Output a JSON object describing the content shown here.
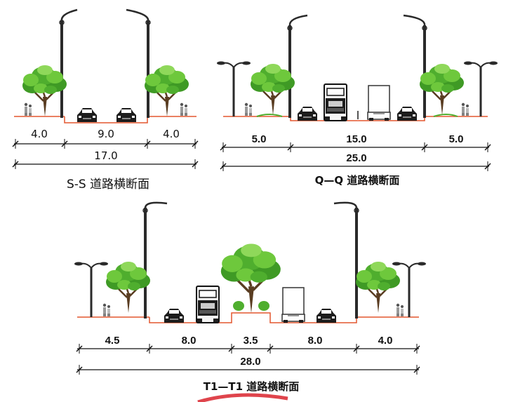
{
  "sections": [
    {
      "title": "S-S 道路横断面",
      "segments": [
        "4.0",
        "9.0",
        "4.0"
      ],
      "total": "17.0"
    },
    {
      "title": "Q—Q 道路横断面",
      "segments": [
        "5.0",
        "15.0",
        "5.0"
      ],
      "total": "25.0"
    },
    {
      "title": "T1—T1 道路横断面",
      "segments": [
        "4.5",
        "8.0",
        "3.5",
        "8.0",
        "4.0"
      ],
      "total": "28.0"
    }
  ],
  "colors": {
    "tree_light": "#6ec83c",
    "tree_dark": "#3f9a25",
    "road_edge": "#e4572e",
    "pole": "#2a2a2a",
    "stamp": "#d9232d"
  }
}
